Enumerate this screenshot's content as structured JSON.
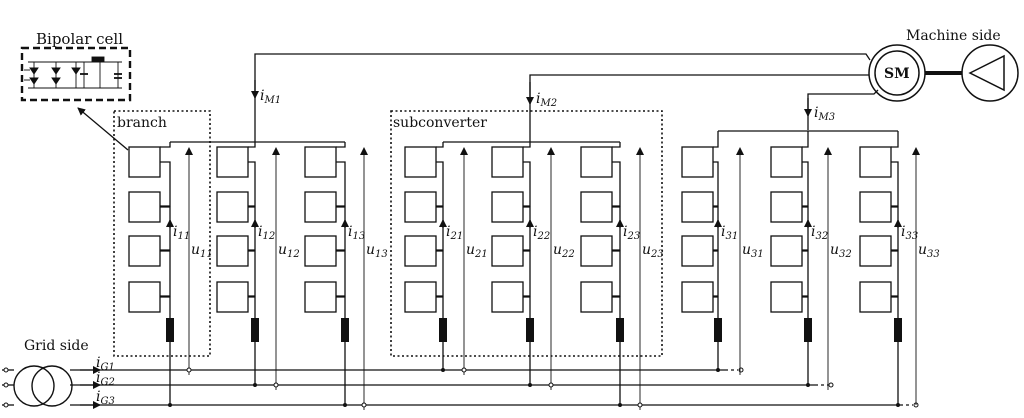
{
  "labels": {
    "bipolar_cell": "Bipolar cell",
    "machine_side": "Machine side",
    "grid_side": "Grid side",
    "branch": "branch",
    "subconverter": "subconverter",
    "sm": "SM"
  },
  "machine_currents": [
    {
      "sym": "i",
      "sub": "M1"
    },
    {
      "sym": "i",
      "sub": "M2"
    },
    {
      "sym": "i",
      "sub": "M3"
    }
  ],
  "grid_currents": [
    {
      "sym": "i",
      "sub": "G1"
    },
    {
      "sym": "i",
      "sub": "G2"
    },
    {
      "sym": "i",
      "sub": "G3"
    }
  ],
  "branches": [
    {
      "i": "11",
      "u": "11"
    },
    {
      "i": "12",
      "u": "12"
    },
    {
      "i": "13",
      "u": "13"
    },
    {
      "i": "21",
      "u": "21"
    },
    {
      "i": "22",
      "u": "22"
    },
    {
      "i": "23",
      "u": "23"
    },
    {
      "i": "31",
      "u": "31"
    },
    {
      "i": "32",
      "u": "32"
    },
    {
      "i": "33",
      "u": "33"
    }
  ]
}
